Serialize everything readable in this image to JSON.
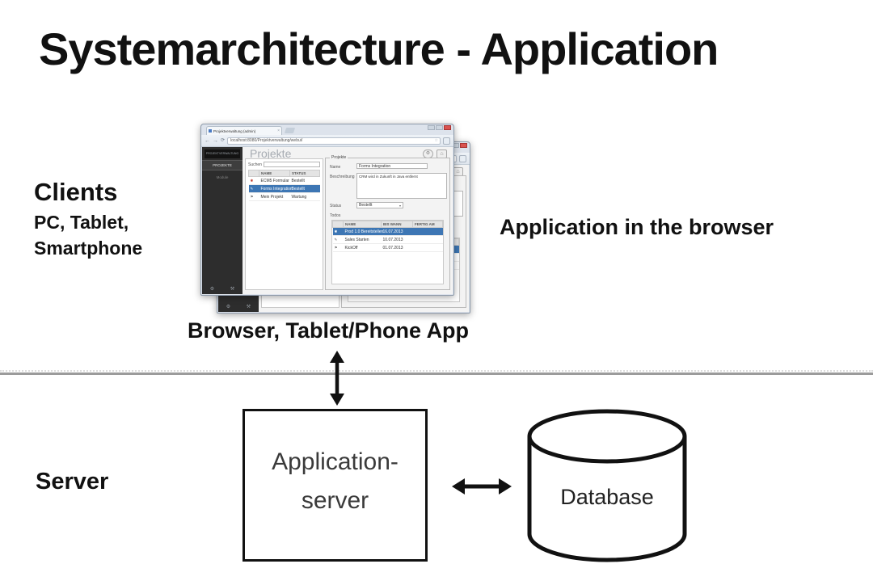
{
  "title": "Systemarchitecture - Application",
  "diagram": {
    "clients_heading": "Clients",
    "clients_line1": "PC, Tablet,",
    "clients_line2": "Smartphone",
    "app_in_browser_label": "Application in the browser",
    "browser_app_label": "Browser, Tablet/Phone App",
    "server_label": "Server",
    "app_server_line1": "Application-",
    "app_server_line2": "server",
    "database_label": "Database",
    "colors": {
      "selection_blue": "#3d76b4",
      "divider_gray": "#9b9b9b",
      "window_close_red": "#d9534f",
      "sidebar_dark": "#2d2d2d"
    }
  },
  "browser": {
    "tab_title": "Projektverwaltung (admin)",
    "url": "localhost:8080/Projektverwaltung/webui/",
    "sidebar": {
      "logo": "PROJEKTVERWALTUNG",
      "item_projects": "PROJEKTE",
      "item_module": "Module"
    },
    "page_title": "Projekte",
    "search_label": "Suchen",
    "list": {
      "col_name": "NAME",
      "col_status": "STATUS",
      "rows": [
        {
          "name": "ECM5 Formular",
          "status": "Bestellt",
          "icon": "flower"
        },
        {
          "name": "Forms Integration",
          "status": "Bestellt",
          "icon": "pencil"
        },
        {
          "name": "Mein Projekt",
          "status": "Wartung",
          "icon": "tag"
        }
      ]
    },
    "detail": {
      "legend": "Projekte",
      "name_label": "Name",
      "name_value": "Forms Integration",
      "desc_label": "Beschreibung",
      "desc_value": "CRM wird in Zukunft in Java entfernt",
      "status_label": "Status",
      "status_value": "Bestellt",
      "todos_label": "Todos",
      "todo_cols": {
        "name": "NAME",
        "due": "BIS WANN",
        "done": "FERTIG AM"
      },
      "todo_rows": [
        {
          "name": "Prod 1.0 Bereitstellen",
          "due": "16.07.2013",
          "icon": "flower"
        },
        {
          "name": "Sales Starten",
          "due": "10.07.2013",
          "icon": "pencil"
        },
        {
          "name": "KickOff",
          "due": "01.07.2013",
          "icon": "tag"
        }
      ]
    }
  },
  "icons": {
    "gear": "⚙",
    "home": "⌂",
    "star": "☆",
    "reload": "⟳",
    "back": "←",
    "forward": "→",
    "tab_close": "×",
    "wrench": "⚒",
    "flower": "✱",
    "pencil": "✎",
    "tag": "⚑",
    "caret": "▾"
  }
}
